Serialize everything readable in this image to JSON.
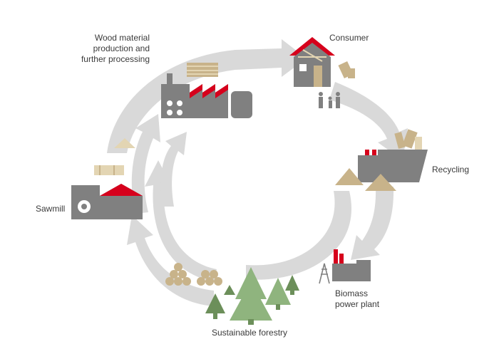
{
  "stages": {
    "wood_processing": {
      "lines": [
        "Wood material",
        "production and",
        "further processing"
      ]
    },
    "consumer": {
      "label": "Consumer"
    },
    "recycling": {
      "label": "Recycling"
    },
    "biomass": {
      "lines": [
        "Biomass",
        "power plant"
      ]
    },
    "forestry": {
      "label": "Sustainable forestry"
    },
    "sawmill": {
      "label": "Sawmill"
    }
  },
  "colors": {
    "arrow": "#d9d9d9",
    "building": "#808080",
    "roof_accent": "#d6001c",
    "wood": "#c8b38a",
    "wood_light": "#e3d5b3",
    "tree_light": "#8fb47e",
    "tree_dark": "#6c8f5a",
    "text": "#3a3a3a"
  }
}
